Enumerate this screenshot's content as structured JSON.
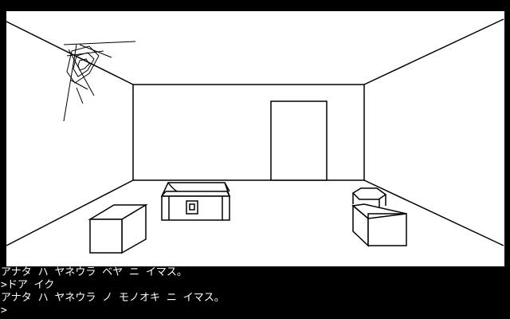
{
  "colors": {
    "scene_bg": "#ffffff",
    "line": "#000000",
    "console_bg": "#000000",
    "console_text": "#ffffff"
  },
  "scene": {
    "location": "room-with-door",
    "objects": [
      "cobweb",
      "door",
      "treasure-chest",
      "box-left",
      "box-right-stacked"
    ]
  },
  "console": {
    "lines": [
      "アナタ ハ ヤネウラ ベヤ ニ イマス。",
      ">ドア イク",
      "アナタ ハ ヤネウラ ノ モノオキ ニ イマス。"
    ],
    "prompt": ">"
  }
}
